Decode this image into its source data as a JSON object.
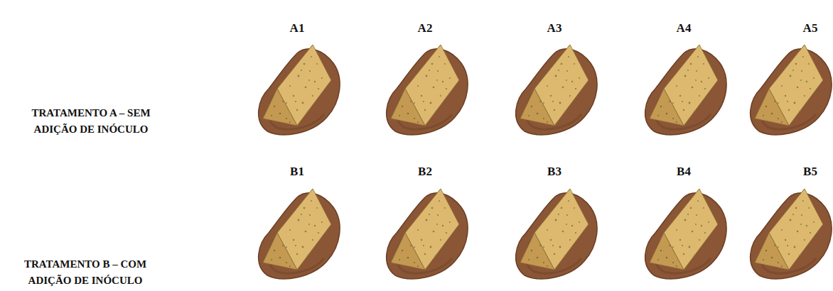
{
  "diagram": {
    "labels": [
      "A1",
      "A2",
      "A3",
      "A4",
      "A5",
      "TRATAMENTO A – SEM ADIÇÃO DE INÓCULO",
      "B1",
      "B2",
      "B3",
      "B4",
      "B5",
      "TRATAMENTO B – COM ADIÇÃO DE INÓCULO"
    ]
  }
}
